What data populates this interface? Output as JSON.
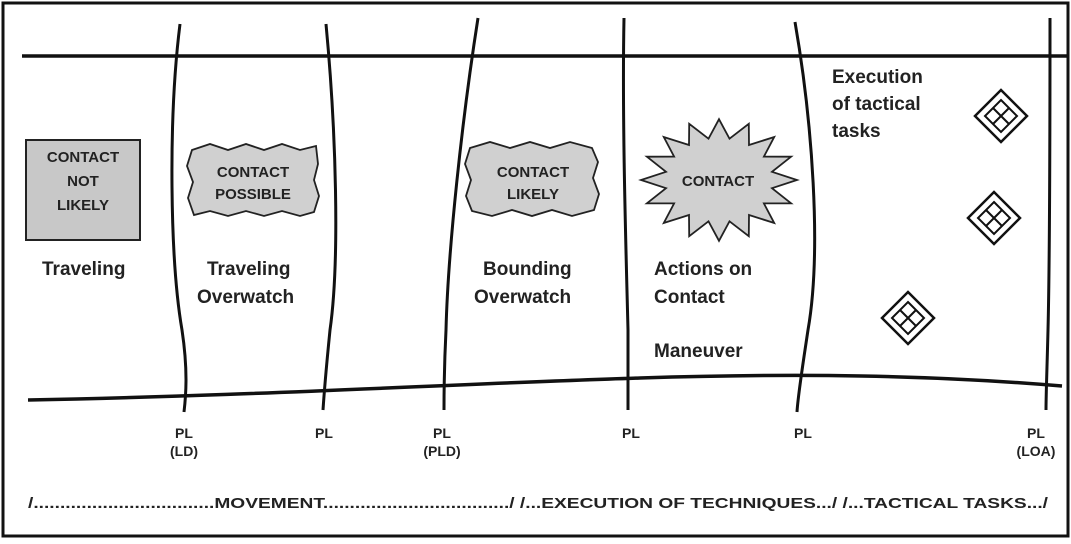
{
  "boxes": {
    "not_likely": [
      "CONTACT",
      "NOT",
      "LIKELY"
    ],
    "possible": [
      "CONTACT",
      "POSSIBLE"
    ],
    "likely": [
      "CONTACT",
      "LIKELY"
    ],
    "contact": [
      "CONTACT"
    ]
  },
  "techniques": {
    "traveling": [
      "Traveling"
    ],
    "traveling_overwatch": [
      "Traveling",
      "Overwatch"
    ],
    "bounding_overwatch": [
      "Bounding",
      "Overwatch"
    ],
    "actions_on_contact": [
      "Actions on",
      "Contact"
    ],
    "maneuver": [
      "Maneuver"
    ],
    "tactical_tasks": [
      "Execution",
      "of tactical",
      "tasks"
    ]
  },
  "phase_lines": [
    [
      "PL",
      "(LD)"
    ],
    [
      "PL"
    ],
    [
      "PL",
      "(PLD)"
    ],
    [
      "PL"
    ],
    [
      "PL"
    ],
    [
      "PL",
      "(LOA)"
    ]
  ],
  "bottom_text": "/..................................MOVEMENT.................................../ /...EXECUTION OF TECHNIQUES.../ /...TACTICAL TASKS.../",
  "colors": {
    "line": "#1a1a1a",
    "box_fill": "#c8c8c8",
    "burst_fill": "#d0d0d0"
  }
}
